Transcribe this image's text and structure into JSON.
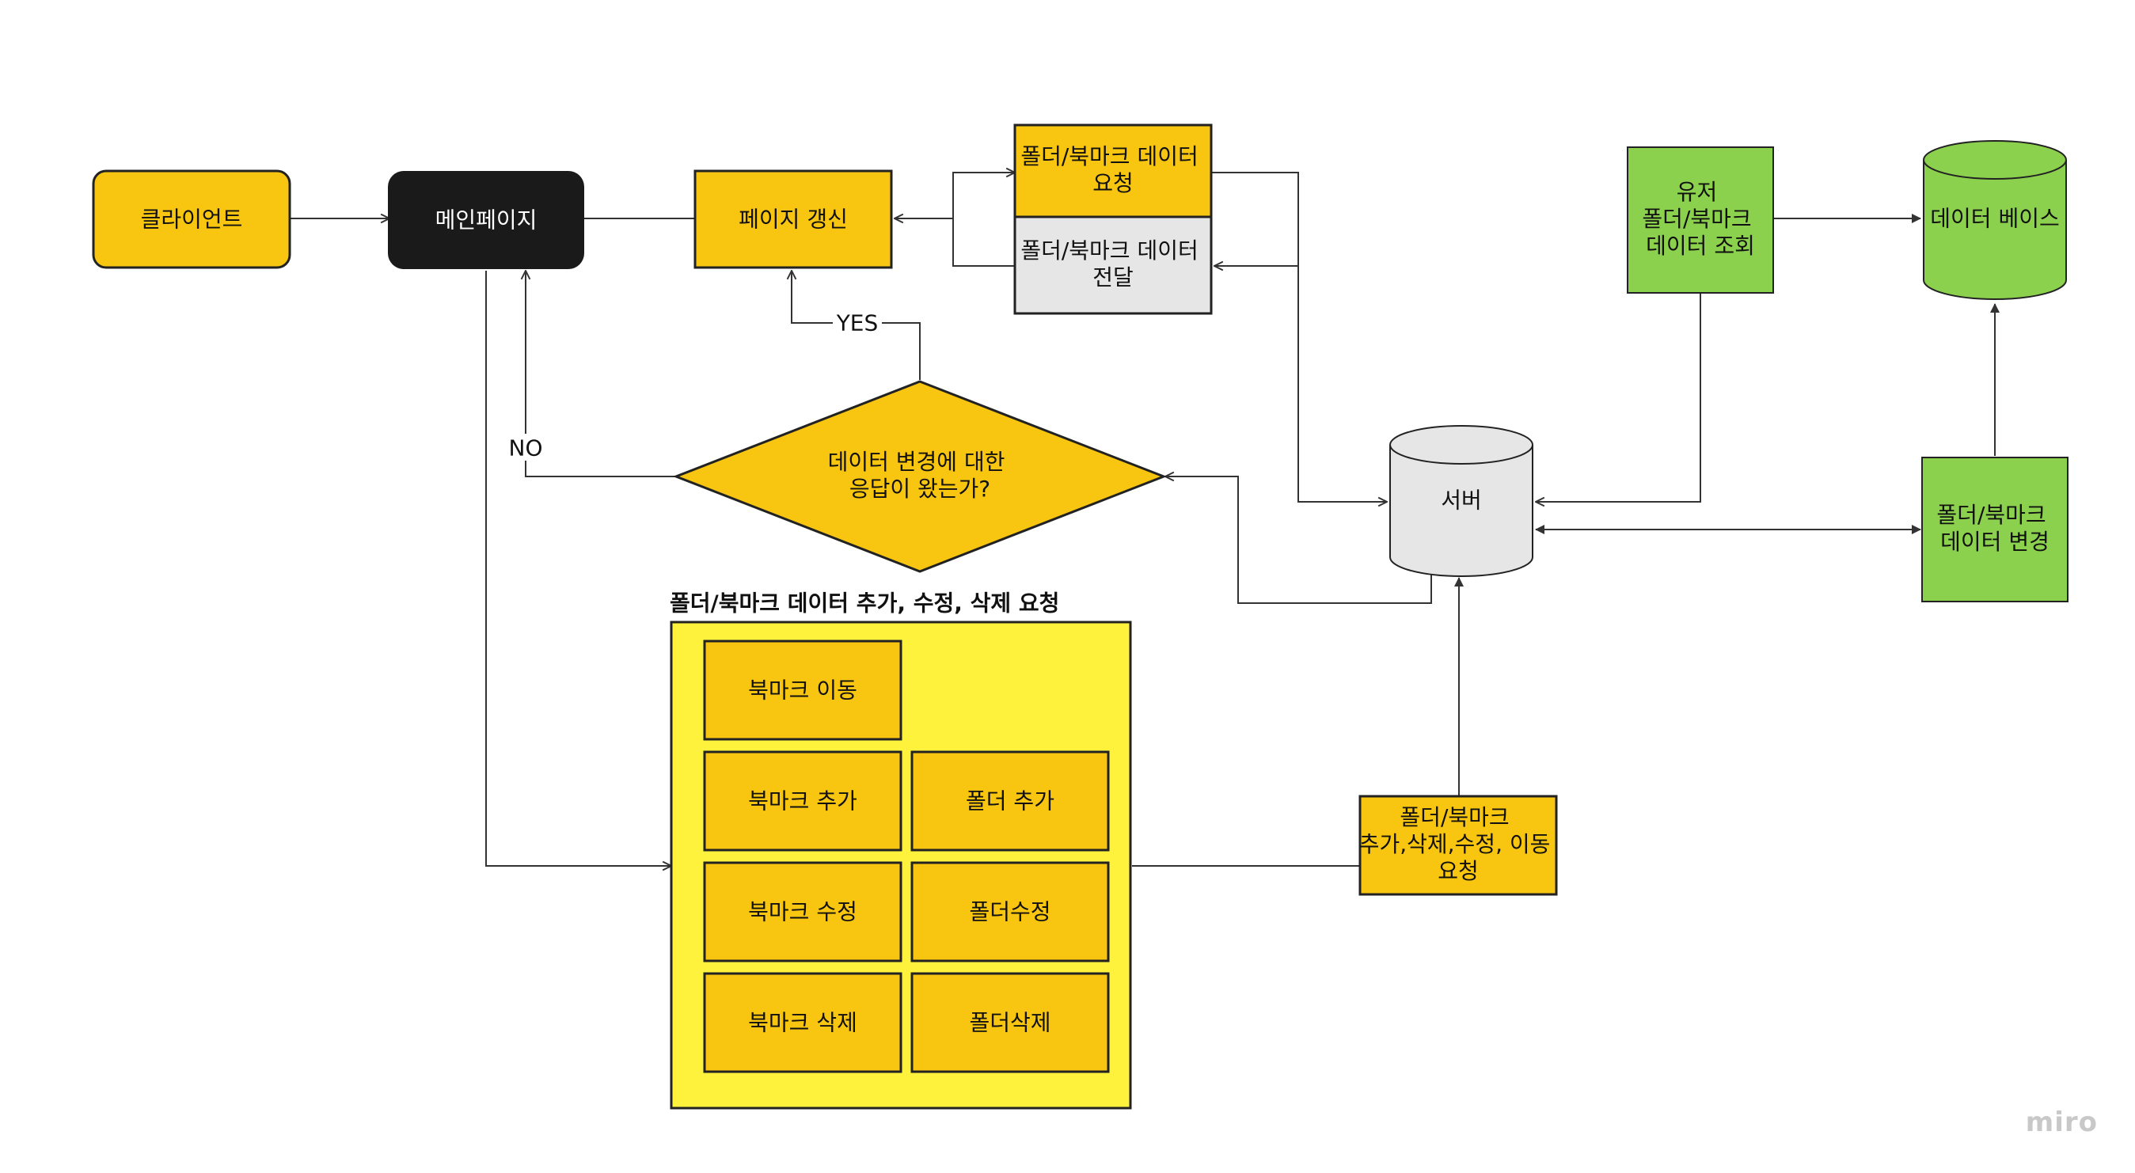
{
  "nodes": {
    "client": "클라이언트",
    "main_page": "메인페이지",
    "page_refresh": "페이지 갱신",
    "request_data": [
      "폴더/북마크 데이터",
      "요청"
    ],
    "deliver_data": [
      "폴더/북마크 데이터",
      "전달"
    ],
    "user_lookup": [
      "유저",
      "폴더/북마크",
      "데이터 조회"
    ],
    "database": "데이터 베이스",
    "server": "서버",
    "change_data": [
      "폴더/북마크",
      "데이터 변경"
    ],
    "decision": [
      "데이터 변경에 대한",
      "응답이 왔는가?"
    ],
    "crud_request": [
      "폴더/북마크",
      "추가,삭제,수정, 이동",
      "요청"
    ]
  },
  "group": {
    "title": "폴더/북마크 데이터 추가, 수정, 삭제 요청",
    "items": [
      "북마크 이동",
      "북마크 추가",
      "폴더 추가",
      "북마크 수정",
      "폴더수정",
      "북마크 삭제",
      "폴더삭제"
    ]
  },
  "edge_labels": {
    "yes": "YES",
    "no": "NO"
  },
  "colors": {
    "yellow": "#f8c510",
    "dark": "#1a1a1a",
    "gray": "#e6e6e6",
    "green": "#8cd14e",
    "group_bg": "#fff23d",
    "line": "#333333"
  },
  "watermark": "miro"
}
